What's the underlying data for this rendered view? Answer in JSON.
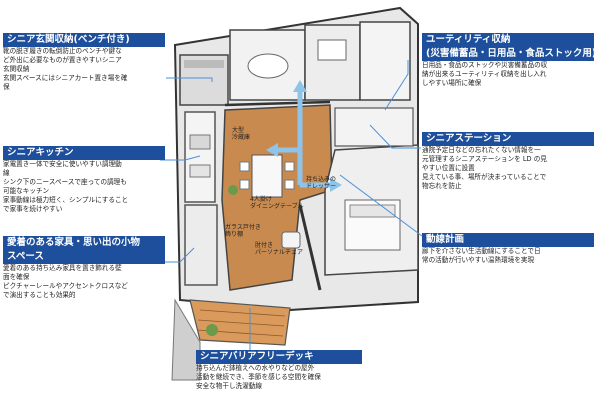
{
  "callouts": [
    {
      "id": "entrance",
      "title": [
        "シニア玄関収納(ベンチ付き)"
      ],
      "lines": [
        "靴の脱ぎ履きの転倒防止のベンチや鍵な",
        "ど外出に必要なものが置きやすいシニア",
        "玄関収納",
        "玄関スペースにはシニアカート置き場を確",
        "保"
      ]
    },
    {
      "id": "utility",
      "title": [
        "ユーティリティ収納",
        "(災害備蓄品・日用品・食品ストック用)"
      ],
      "lines": [
        "日用品・食品のストックや災害備蓄品の収",
        "納が出来るユーティリティ収納を出し入れ",
        "しやすい場所に確保"
      ]
    },
    {
      "id": "kitchen",
      "title": [
        "シニアキッチン"
      ],
      "lines": [
        "家電置き一体で安全に使いやすい調理動",
        "線",
        "シンク下のニースペースで座っての調理も",
        "可能なキッチン",
        "家事動線は極力短く、シンプルにすること",
        "で家事を続けやすい"
      ]
    },
    {
      "id": "station",
      "title": [
        "シニアステーション"
      ],
      "lines": [
        "通院予定日などの忘れたくない情報を一",
        "元管理するシニアステーションを LD の見",
        "やすい位置に設置",
        "見えている事、場所が決まっていることで",
        "物忘れを防止"
      ]
    },
    {
      "id": "memories",
      "title": [
        "愛着のある家具・思い出の小物",
        "スペース"
      ],
      "lines": [
        "愛着のある持ち込み家具を置き飾れる壁",
        "面を確保",
        "ピクチャーレールやアクセントクロスなど",
        "で演出することも効果的"
      ]
    },
    {
      "id": "flow",
      "title": [
        "動線計画"
      ],
      "lines": [
        "廊下を介さない生活動線にすることで日",
        "常の活動が行いやすい温熱環境を実現"
      ]
    },
    {
      "id": "deck",
      "title": [
        "シニアバリアフリーデッキ"
      ],
      "lines": [
        "持ち込んだ鉢植えへの水やりなどの屋外",
        "活動を継続でき、季節を感じる空間を確保",
        "安全な物干し洗濯動線"
      ]
    }
  ],
  "plan_labels": [
    {
      "id": "fridge",
      "lines": [
        "大型",
        "冷蔵庫"
      ]
    },
    {
      "id": "dining",
      "lines": [
        "4人掛け",
        "ダイニングテーブル"
      ]
    },
    {
      "id": "dresser",
      "lines": [
        "持ち込みの",
        "ドレッサー"
      ]
    },
    {
      "id": "glass-cabinet",
      "lines": [
        "ガラス戸付き",
        "飾り棚"
      ]
    },
    {
      "id": "chair",
      "lines": [
        "肘付き",
        "パーソナルチェア"
      ]
    }
  ],
  "colors": {
    "accent": "#1d4f9c",
    "leader": "#4a90d9",
    "flow_arrow": "#8ec3ea",
    "floor_wood": "#c98a4f",
    "deck_wood": "#d99a5c"
  }
}
